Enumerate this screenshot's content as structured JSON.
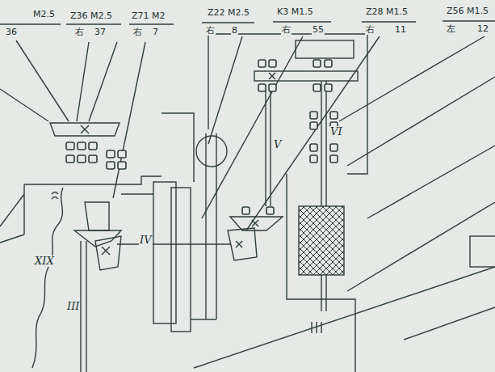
{
  "diagram": {
    "labels": [
      "M2.5",
      "36",
      "Z36 M2.5",
      "右",
      "37",
      "Z71 M2",
      "右",
      "7",
      "Z22 M2.5",
      "右",
      "8",
      "K3 M1.5",
      "右",
      "55",
      "Z28 M1.5",
      "右",
      "11",
      "Z56 M1.5",
      "左",
      "12",
      "V",
      "VI",
      "IV",
      "III",
      "XIX"
    ]
  }
}
